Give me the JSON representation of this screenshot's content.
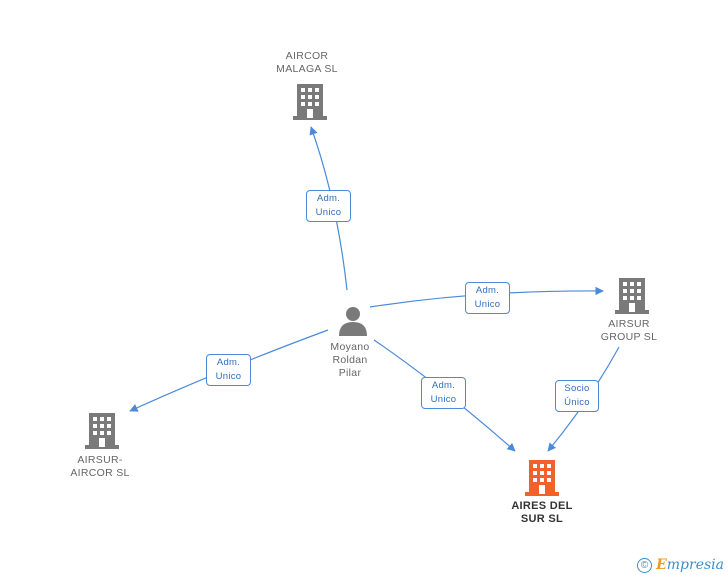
{
  "nodes": {
    "aircor_malaga": {
      "label_line1": "AIRCOR",
      "label_line2": "MALAGA SL"
    },
    "airsur_group": {
      "label_line1": "AIRSUR",
      "label_line2": "GROUP SL"
    },
    "airsur_aircor": {
      "label_line1": "AIRSUR-",
      "label_line2": "AIRCOR SL"
    },
    "aires_del_sur": {
      "label_line1": "AIRES DEL",
      "label_line2": "SUR SL"
    },
    "moyano": {
      "label_line1": "Moyano",
      "label_line2": "Roldan",
      "label_line3": "Pilar"
    }
  },
  "edges": {
    "to_aircor_malaga": {
      "line1": "Adm.",
      "line2": "Unico"
    },
    "to_airsur_group": {
      "line1": "Adm.",
      "line2": "Unico"
    },
    "to_airsur_aircor": {
      "line1": "Adm.",
      "line2": "Unico"
    },
    "to_aires_del_sur": {
      "line1": "Adm.",
      "line2": "Unico"
    },
    "group_to_aires": {
      "line1": "Socio",
      "line2": "Único"
    }
  },
  "watermark": {
    "copyright": "©",
    "brand_first": "E",
    "brand_rest": "mpresia"
  },
  "colors": {
    "edge": "#4a8ad8",
    "company_icon": "#7a7a7a",
    "focus_icon": "#f0612c",
    "person_icon": "#7a7a7a"
  }
}
